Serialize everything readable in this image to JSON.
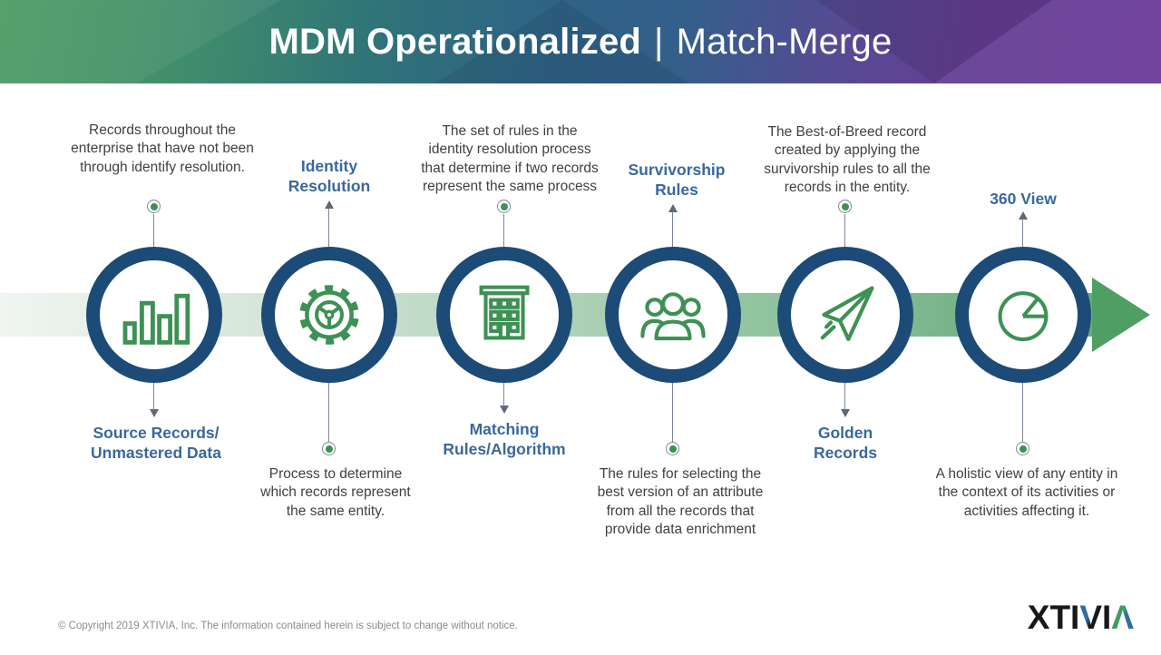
{
  "header": {
    "title_main": "MDM Operationalized",
    "title_divider": "|",
    "title_sub": "Match-Merge"
  },
  "steps": [
    {
      "name": "source-records",
      "icon": "bar-chart-icon",
      "label": "Source Records/\nUnmastered Data",
      "label_position": "bottom",
      "description": "Records throughout the\nenterprise that have not been\nthrough identify resolution.",
      "description_position": "top"
    },
    {
      "name": "identity-resolution",
      "icon": "gear-icon",
      "label": "Identity\nResolution",
      "label_position": "top",
      "description": "Process to determine\nwhich records represent\nthe same entity.",
      "description_position": "bottom"
    },
    {
      "name": "matching-rules-algorithm",
      "icon": "building-icon",
      "label": "Matching\nRules/Algorithm",
      "label_position": "bottom",
      "description": "The set of rules in the\nidentity resolution process\nthat determine if two records\nrepresent the same process",
      "description_position": "top"
    },
    {
      "name": "survivorship-rules",
      "icon": "people-icon",
      "label": "Survivorship\nRules",
      "label_position": "top",
      "description": "The rules for selecting the\nbest version of an attribute\nfrom all the records that\nprovide data enrichment",
      "description_position": "bottom"
    },
    {
      "name": "golden-records",
      "icon": "paper-plane-icon",
      "label": "Golden\nRecords",
      "label_position": "bottom",
      "description": "The Best-of-Breed record\ncreated by applying the\nsurvivorship rules to all the\nrecords in the entity.",
      "description_position": "top"
    },
    {
      "name": "360-view",
      "icon": "pie-chart-icon",
      "label": "360 View",
      "label_position": "top",
      "description": "A holistic view of any entity in\nthe context of its activities or\nactivities affecting it.",
      "description_position": "bottom"
    }
  ],
  "footer": {
    "copyright": "© Copyright 2019 XTIVIA, Inc. The information contained herein is subject to change without notice.",
    "logo_part1": "XTI",
    "logo_part2": "V",
    "logo_part3": "I",
    "logo_part4": "Λ"
  },
  "colors": {
    "icon_green": "#3e9154",
    "ring_navy": "#1c4b77",
    "label_blue": "#39689e",
    "arrow_green": "#4f9e64",
    "header_green": "#4c9c63",
    "header_purple": "#6b3d98"
  }
}
